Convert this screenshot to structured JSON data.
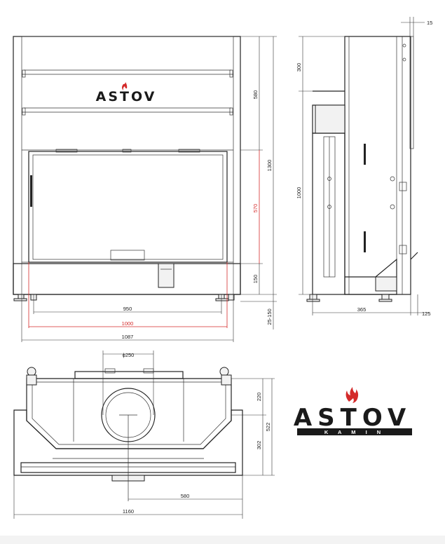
{
  "brand": {
    "name": "ASTOV",
    "sub": "K A M I N",
    "flame_color": "#d42a2a"
  },
  "front": {
    "label": "ASTOV",
    "dims": {
      "total_h": "1300",
      "upper_h": "580",
      "glass_h": "570",
      "base_h": "150",
      "legs": "25-150",
      "inner_w": "950",
      "glass_w": "1000",
      "total_w": "1087"
    }
  },
  "side": {
    "dims": {
      "top": "300",
      "body": "1000",
      "depth": "365",
      "back": "125",
      "frame": "15"
    }
  },
  "top": {
    "dims": {
      "flue": "ϕ250",
      "front_depth": "220",
      "rear_depth": "302",
      "total_depth": "522",
      "center": "580",
      "total_w": "1160"
    }
  },
  "colors": {
    "line": "#222222",
    "accent": "#d42a2a"
  }
}
